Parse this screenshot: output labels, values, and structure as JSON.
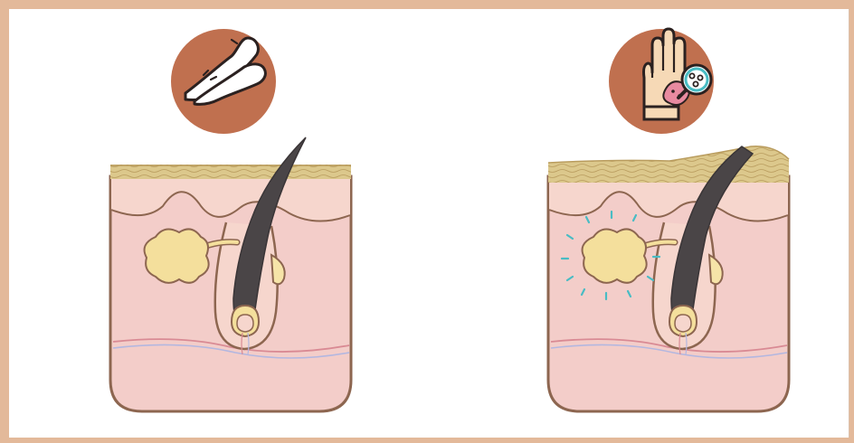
{
  "figure": {
    "panels": [
      {
        "id": "normal",
        "icon": "smooth-legs-icon",
        "state": "normal skin with hair follicle and sebaceous gland"
      },
      {
        "id": "affected",
        "icon": "hand-skin-inflammation-magnifier-icon",
        "state": "thickened outer layer with irritated sebaceous gland"
      }
    ]
  },
  "colors": {
    "page_border": "#e3b99a",
    "icon_badge": "#c0704f",
    "stratum_corneum": "#dcc88c",
    "epidermis": "#f6d6cd",
    "dermis": "#f3cdc9",
    "hair": "#4a4547",
    "sebaceous_gland": "#f4df9c",
    "outline": "#8d6650",
    "irritation_marks": "#49bcc4"
  }
}
